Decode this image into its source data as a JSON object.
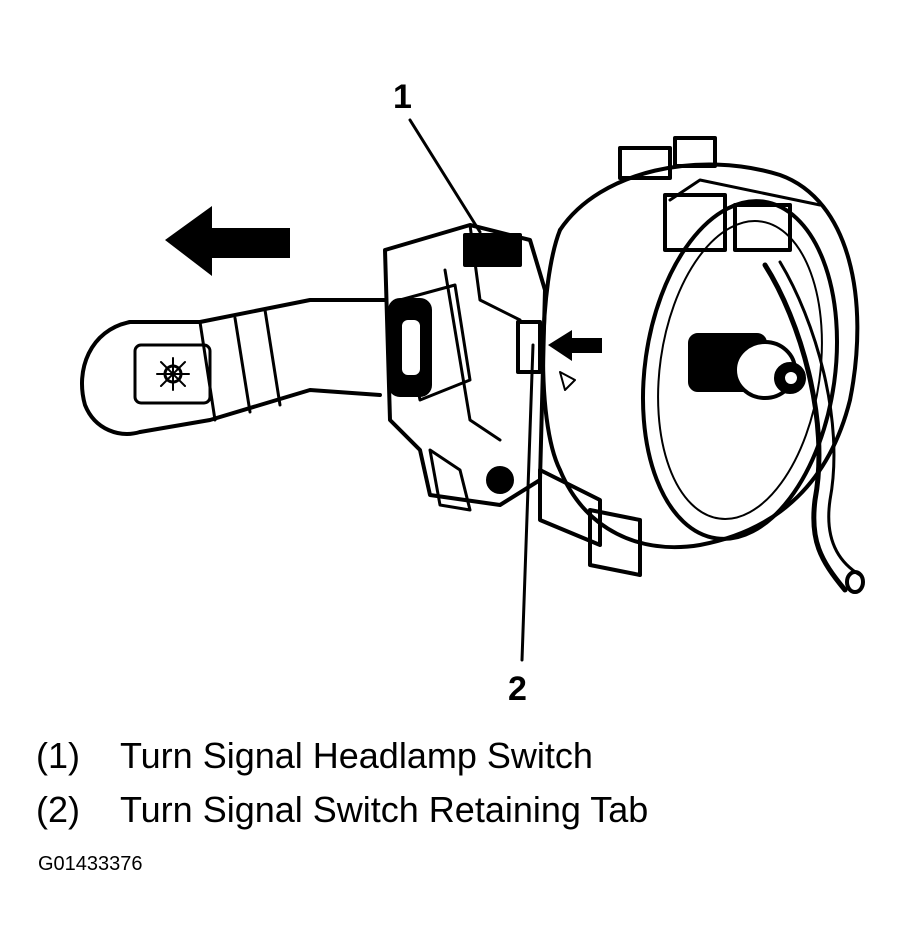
{
  "callouts": {
    "one": "1",
    "two": "2"
  },
  "legend": [
    {
      "number": "(1)",
      "label": "Turn Signal Headlamp Switch"
    },
    {
      "number": "(2)",
      "label": "Turn Signal Switch Retaining Tab"
    }
  ],
  "figure_id": "G01433376",
  "colors": {
    "ink": "#000000",
    "paper": "#ffffff"
  }
}
